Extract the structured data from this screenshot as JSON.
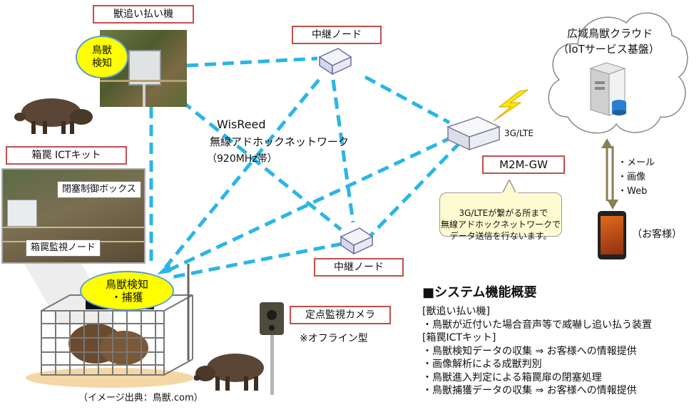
{
  "labels": {
    "repeller": "獣追い払い機",
    "relay_top": "中継ノード",
    "relay_bottom": "中継ノード",
    "trap_kit": "箱罠 ICTキット",
    "gateway": "M2M-GW",
    "camera": "定点監視カメラ"
  },
  "bubbles": {
    "detect": "鳥獣\n検知",
    "detect_capture": "鳥獣検知\n・捕獲"
  },
  "network": {
    "name": "WisReed",
    "type": "無線アドホックネットワーク",
    "band": "（920MHz帯）"
  },
  "gateway_note": "3G/LTE",
  "gateway_callout": "3G/LTEが繋がる所まで\n無線アドホックネットワークで\nデータ送信を行ないます。",
  "cloud": {
    "title": "広域鳥獣クラウド",
    "subtitle": "（IoTサービス基盤）"
  },
  "delivery": [
    "・メール",
    "・画像",
    "・Web"
  ],
  "customer": "（お客様）",
  "trap_photo": {
    "box_label": "閉塞制御ボックス",
    "node_label": "箱罠監視ノード"
  },
  "camera_note": "※オフライン型",
  "image_credit": "（イメージ出典：鳥獣.com）",
  "summary": {
    "heading": "■システム機能概要",
    "lines": [
      "[獣追い払い機]",
      "・鳥獣が近付いた場合音声等で威嚇し追い払う装置",
      "[箱罠ICTキット]",
      "・鳥獣検知データの収集 ⇒ お客様への情報提供",
      "・画像解析による成獣判別",
      "・鳥獣進入判定による箱罠扉の閉塞処理",
      "・鳥獣捕獲データの収集 ⇒ お客様への情報提供"
    ]
  },
  "colors": {
    "link": "#2bb5e8",
    "label_border": "#c0504d",
    "bubble_fill": "#ffff00",
    "bubble_border": "#5b9bd5",
    "arrow": "#8b7d55"
  }
}
